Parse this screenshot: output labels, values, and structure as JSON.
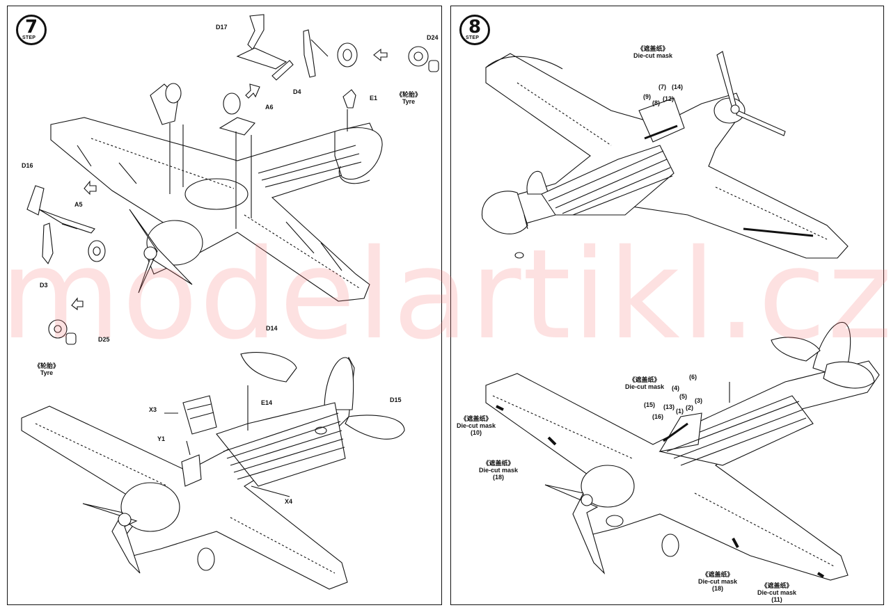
{
  "watermark": "modelartikl.cz",
  "steps": {
    "left": {
      "number": "7",
      "word": "STEP"
    },
    "right": {
      "number": "8",
      "word": "STEP"
    }
  },
  "parts": {
    "d17": "D17",
    "d24": "D24",
    "e1": "E1",
    "a6": "A6",
    "d4": "D4",
    "d16": "D16",
    "a5": "A5",
    "d3": "D3",
    "d25": "D25",
    "d14": "D14",
    "d15": "D15",
    "x3": "X3",
    "y1": "Y1",
    "e14": "E14",
    "x4": "X4"
  },
  "tyre_label_cn": "《轮胎》",
  "tyre_label_en": "Tyre",
  "mask_label_cn": "《遮盖纸》",
  "mask_label_en": "Die-cut mask",
  "mask_numbers": {
    "n1": "(1)",
    "n2": "(2)",
    "n3": "(3)",
    "n4": "(4)",
    "n5": "(5)",
    "n6": "(6)",
    "n7": "(7)",
    "n8": "(8)",
    "n9": "(9)",
    "n10": "(10)",
    "n11": "(11)",
    "n12": "(12)",
    "n13": "(13)",
    "n14": "(14)",
    "n15": "(15)",
    "n16": "(16)",
    "n18a": "(18)",
    "n18b": "(18)"
  }
}
